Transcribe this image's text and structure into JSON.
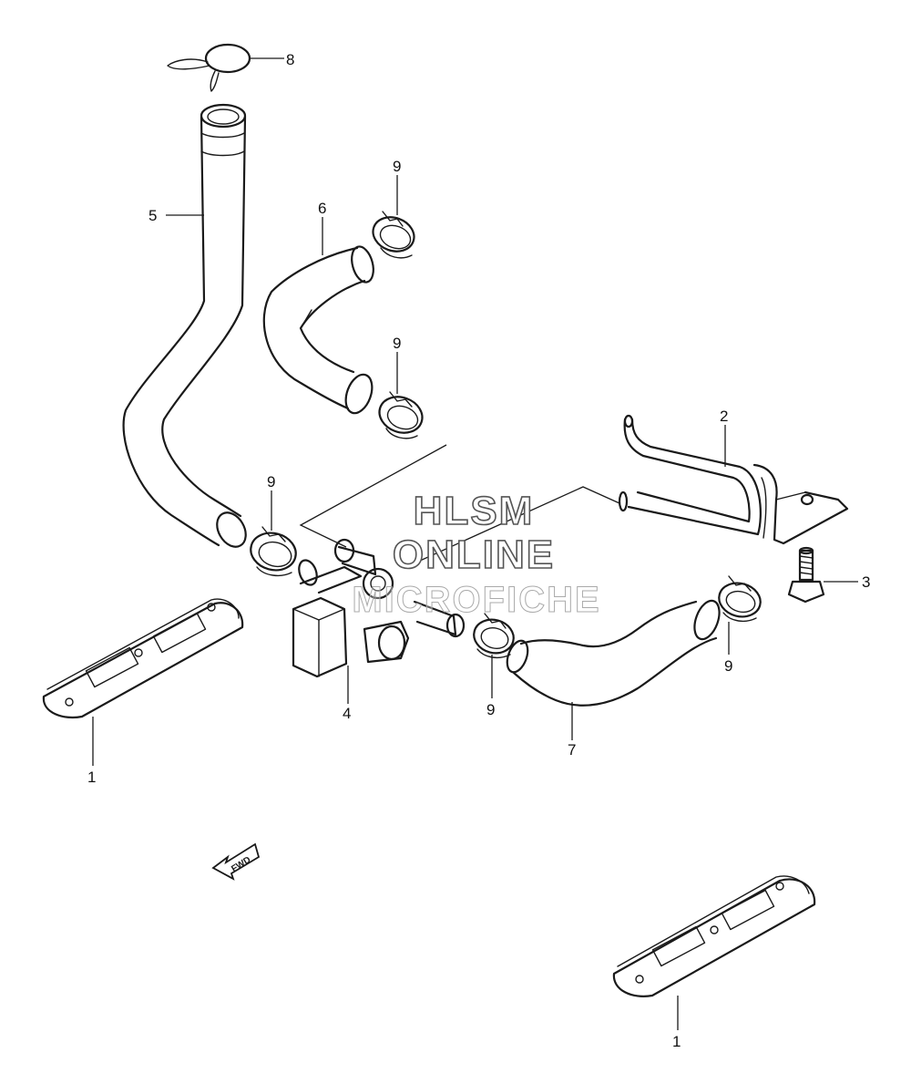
{
  "watermark": {
    "line1": "HLSM",
    "line2": "ONLINE",
    "line3": "MICROFICHE"
  },
  "fwd_label": "FWD",
  "callouts": [
    {
      "id": "c8",
      "number": "8"
    },
    {
      "id": "c9a",
      "number": "9"
    },
    {
      "id": "c6",
      "number": "6"
    },
    {
      "id": "c5",
      "number": "5"
    },
    {
      "id": "c9b",
      "number": "9"
    },
    {
      "id": "c2",
      "number": "2"
    },
    {
      "id": "c9c",
      "number": "9"
    },
    {
      "id": "c3",
      "number": "3"
    },
    {
      "id": "c9d",
      "number": "9"
    },
    {
      "id": "c4",
      "number": "4"
    },
    {
      "id": "c9e",
      "number": "9"
    },
    {
      "id": "c7",
      "number": "7"
    },
    {
      "id": "c1a",
      "number": "1"
    },
    {
      "id": "c1b",
      "number": "1"
    }
  ]
}
